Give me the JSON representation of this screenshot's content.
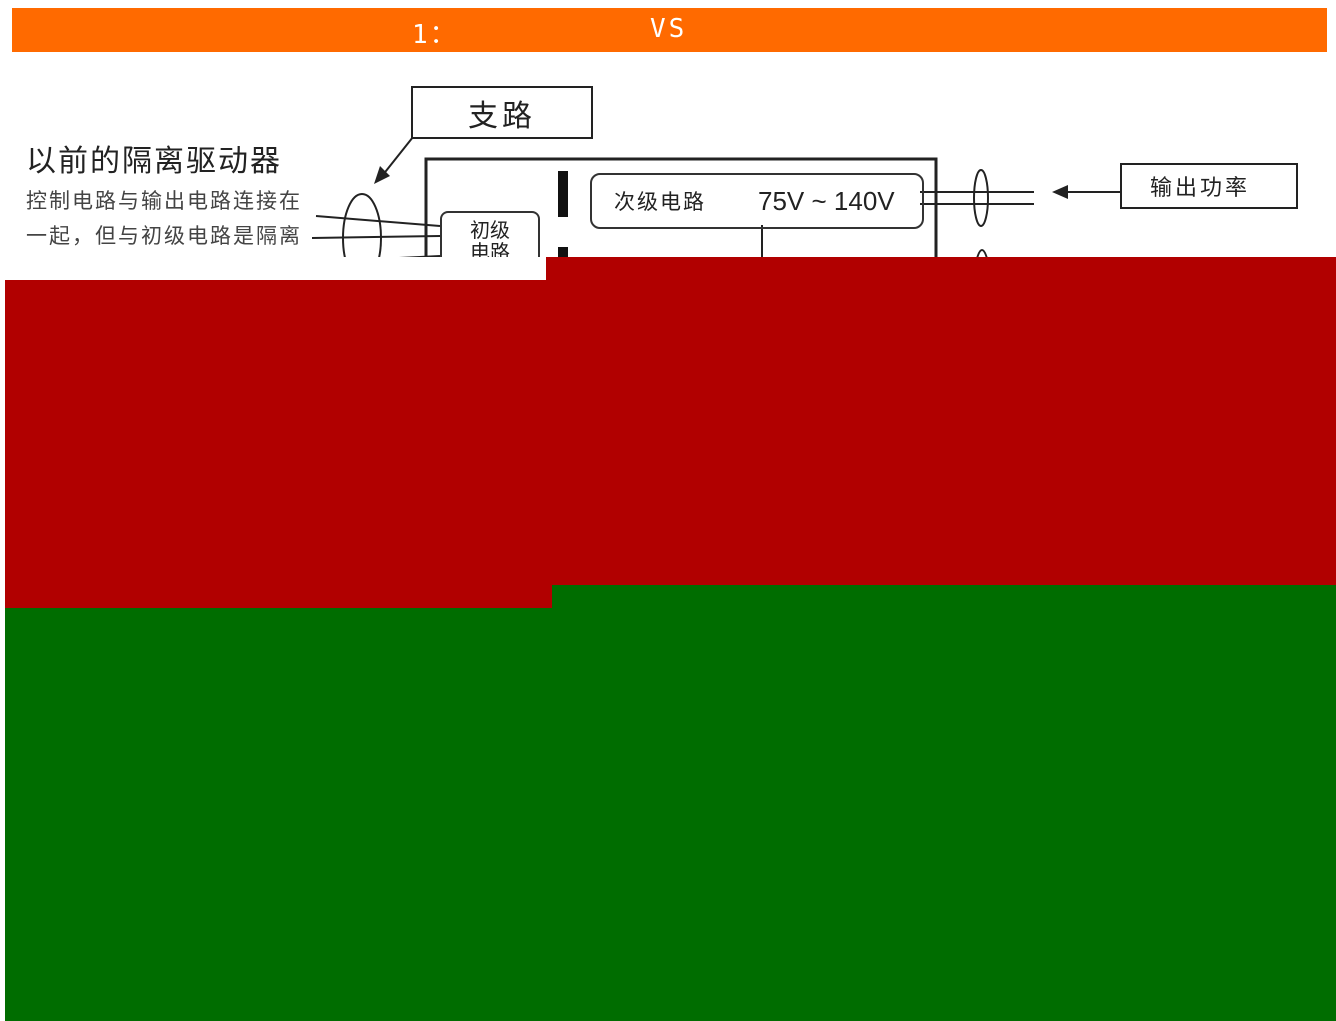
{
  "header": {
    "number": "1：",
    "vs": "VS",
    "bar_color": "#ff6a00"
  },
  "side": {
    "title": "以前的隔离驱动器",
    "description": "控制电路与输出电路连接在一起，但与初级电路是隔离的。"
  },
  "diagram": {
    "branch_label": "支路",
    "output_power_label": "输出功率",
    "primary_circuit_label": "初级电路",
    "secondary_circuit_label": "次级电路",
    "voltage_range": "75V ~ 140V"
  },
  "overlay": {
    "red_color": "#b10000",
    "green_color": "#006d00"
  }
}
